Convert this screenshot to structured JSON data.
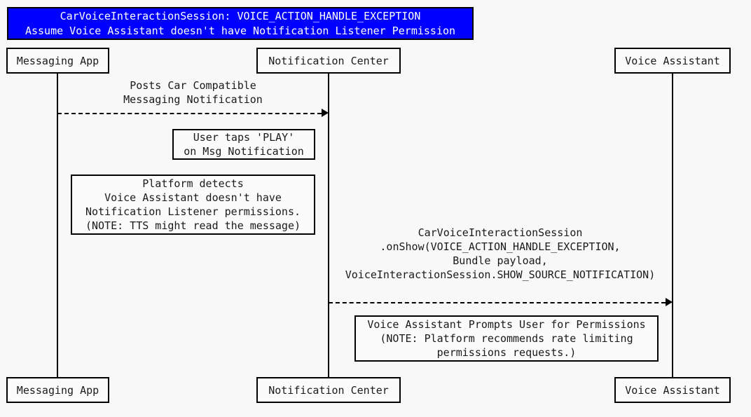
{
  "diagram": {
    "type": "uml-sequence-diagram",
    "background_color": "#f8f8f8",
    "line_color": "#000000"
  },
  "title_banner": {
    "background_color": "#0000ff",
    "text_color": "#ffffff",
    "line1": "CarVoiceInteractionSession: VOICE_ACTION_HANDLE_EXCEPTION",
    "line2": "Assume Voice Assistant doesn't have Notification Listener Permission"
  },
  "participants": [
    {
      "id": "messaging-app",
      "label": "Messaging App"
    },
    {
      "id": "notification-center",
      "label": "Notification Center"
    },
    {
      "id": "voice-assistant",
      "label": "Voice Assistant"
    }
  ],
  "participants_bottom": [
    {
      "id": "messaging-app",
      "label": "Messaging App"
    },
    {
      "id": "notification-center",
      "label": "Notification Center"
    },
    {
      "id": "voice-assistant",
      "label": "Voice Assistant"
    }
  ],
  "messages": [
    {
      "id": "post-notification",
      "from": "messaging-app",
      "to": "notification-center",
      "style": "dashed",
      "line1": "Posts Car Compatible",
      "line2": "Messaging Notification"
    },
    {
      "id": "on-show",
      "from": "notification-center",
      "to": "voice-assistant",
      "style": "dashed",
      "line1": "CarVoiceInteractionSession",
      "line2": ".onShow(VOICE_ACTION_HANDLE_EXCEPTION,",
      "line3": "Bundle payload,",
      "line4": "VoiceInteractionSession.SHOW_SOURCE_NOTIFICATION)"
    }
  ],
  "notes": [
    {
      "id": "user-taps-play",
      "line1": "User taps 'PLAY'",
      "line2": "on Msg Notification"
    },
    {
      "id": "platform-detects",
      "line1": "Platform detects",
      "line2": "Voice Assistant doesn't have",
      "line3": "Notification Listener permissions.",
      "line4": "(NOTE: TTS might read the message)"
    },
    {
      "id": "prompts-user-permissions",
      "line1": "Voice Assistant Prompts User for Permissions",
      "line2": "(NOTE: Platform recommends rate limiting",
      "line3": "permissions requests.)"
    }
  ]
}
